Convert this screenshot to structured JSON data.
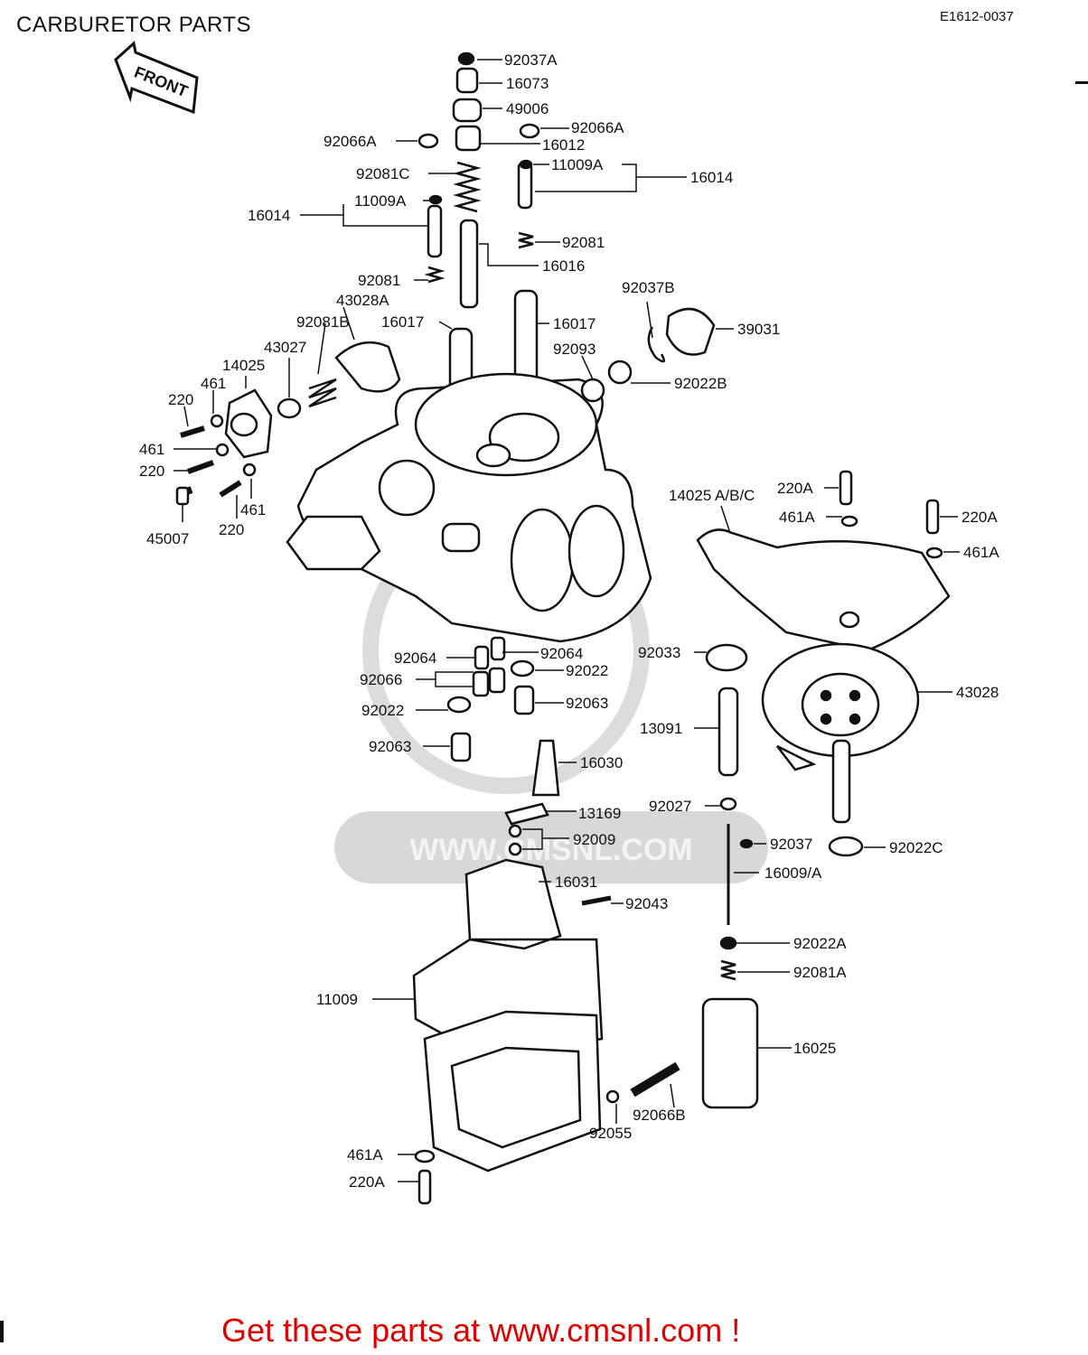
{
  "page_title": "CARBURETOR PARTS",
  "diagram_code": "E1612-0037",
  "front_arrow_label": "FRONT",
  "watermark": "WWW.CMSNL.COM",
  "footer": "Get these parts at www.cmsnl.com !",
  "labels": {
    "p92037A": "92037A",
    "p16073": "16073",
    "p49006": "49006",
    "p92066A_r": "92066A",
    "p92066A_l": "92066A",
    "p16012": "16012",
    "p92081C": "92081C",
    "p11009A_r": "11009A",
    "p16014_r": "16014",
    "p11009A_l": "11009A",
    "p16014_l": "16014",
    "p92081_r": "92081",
    "p16016": "16016",
    "p92081_l": "92081",
    "p43028A": "43028A",
    "p92081B": "92081B",
    "p16017_l": "16017",
    "p16017_r": "16017",
    "p92037B": "92037B",
    "p39031": "39031",
    "p43027": "43027",
    "p14025": "14025",
    "p461_a": "461",
    "p220_a": "220",
    "p461_b": "461",
    "p220_b": "220",
    "p92093": "92093",
    "p92022B": "92022B",
    "p45007": "45007",
    "p220_c": "220",
    "p461_c": "461",
    "p14025ABC": "14025 A/B/C",
    "p220A_a": "220A",
    "p220A_b": "220A",
    "p461A_a": "461A",
    "p461A_b": "461A",
    "p92064_l": "92064",
    "p92064_r": "92064",
    "p92066": "92066",
    "p92022_r": "92022",
    "p92033": "92033",
    "p43028": "43028",
    "p92022_l": "92022",
    "p92063_r": "92063",
    "p13091": "13091",
    "p92063_l": "92063",
    "p16030": "16030",
    "p13169": "13169",
    "p92027": "92027",
    "p92009": "92009",
    "p92037": "92037",
    "p92022C": "92022C",
    "p16009A": "16009/A",
    "p16031": "16031",
    "p92043": "92043",
    "p92022A": "92022A",
    "p92081A": "92081A",
    "p11009": "11009",
    "p16025": "16025",
    "p92066B": "92066B",
    "p92055": "92055",
    "p461A_c": "461A",
    "p220A_c": "220A"
  }
}
